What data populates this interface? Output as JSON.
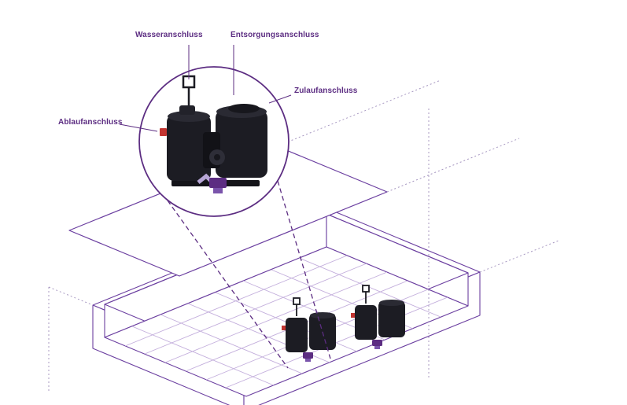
{
  "diagram": {
    "type": "isometric-installation-diagram",
    "labels": {
      "wasseranschluss": "Wasseranschluss",
      "entsorgungsanschluss": "Entsorgungsanschluss",
      "zulaufanschluss": "Zulaufanschluss",
      "ablaufanschluss": "Ablaufanschluss"
    },
    "colors": {
      "accent_purple": "#5C2D82",
      "line_purple": "#6B3FA0",
      "floor_grid_purple": "#C3AEDC",
      "construction_dotted": "#A899C2",
      "tank_dark": "#1C1C23",
      "tank_highlight": "#2A2A33",
      "connector_red": "#C23430",
      "fitting_purple": "#5C2D82",
      "pipe_lavender": "#B7A6D6"
    }
  }
}
